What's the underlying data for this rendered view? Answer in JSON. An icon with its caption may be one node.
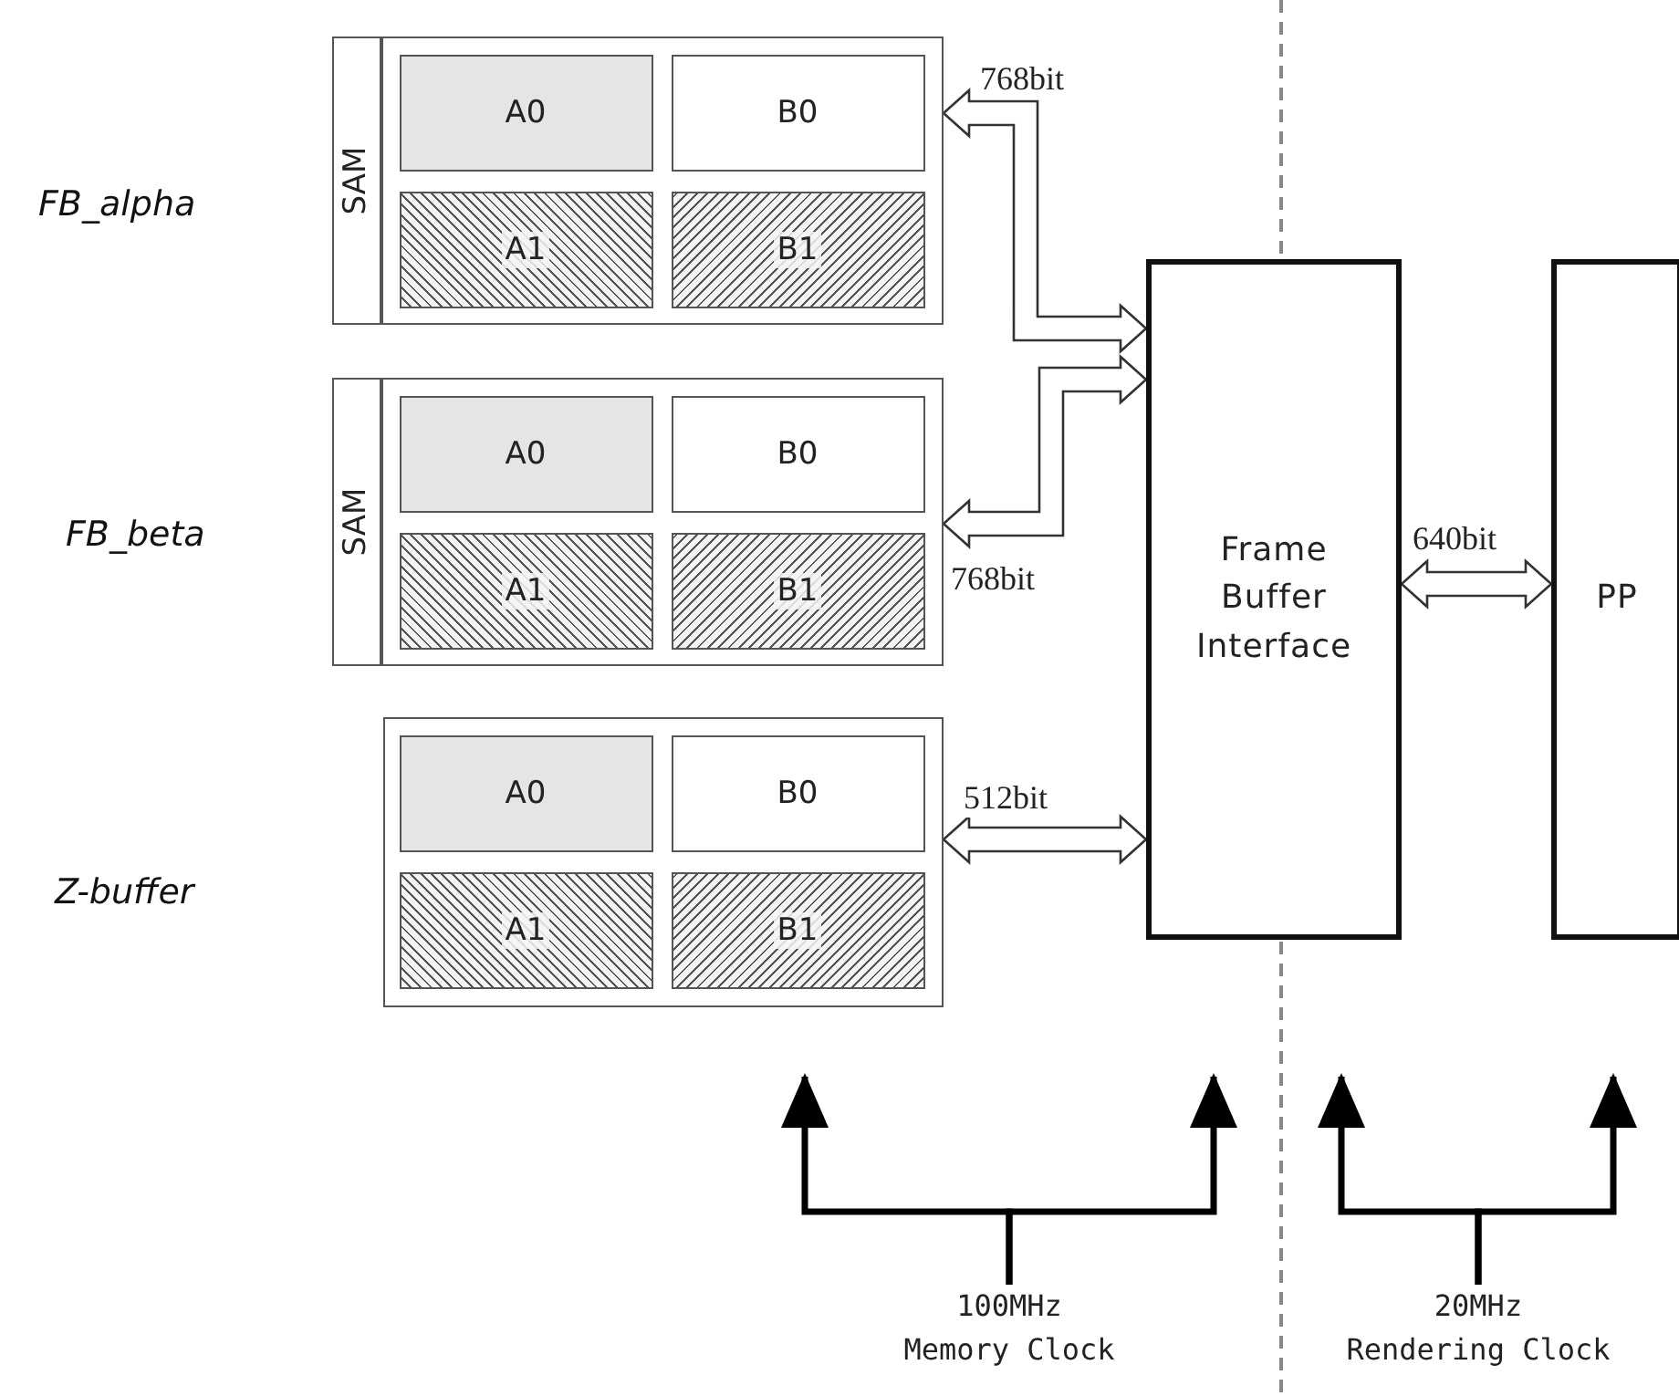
{
  "diagram": {
    "nodes": [
      {
        "text": [],
        "shape": "box",
        "beside": [
          "FB_alpha"
        ]
      },
      {
        "text": [
          "SAM"
        ],
        "in": 0
      },
      {
        "text": [
          "A0"
        ],
        "in": 0
      },
      {
        "text": [
          "B0"
        ],
        "in": 0
      },
      {
        "text": [
          "A1"
        ],
        "in": 0
      },
      {
        "text": [
          "B1"
        ],
        "in": 0
      },
      {
        "text": [],
        "shape": "box",
        "beside": [
          "FB_beta"
        ]
      },
      {
        "text": [
          "SAM"
        ],
        "in": 6
      },
      {
        "text": [
          "A0"
        ],
        "in": 6
      },
      {
        "text": [
          "B0"
        ],
        "in": 6
      },
      {
        "text": [
          "A1"
        ],
        "in": 6
      },
      {
        "text": [
          "B1"
        ],
        "in": 6
      },
      {
        "text": [],
        "shape": "box"
      },
      {
        "text": [
          "A0"
        ],
        "in": 12
      },
      {
        "text": [
          "B0"
        ],
        "in": 12
      },
      {
        "text": [
          "A1"
        ],
        "in": 12
      },
      {
        "text": [
          "B1"
        ],
        "in": 12
      },
      {
        "text": [
          "Frame Buffer Interface"
        ]
      },
      {
        "text": [
          "PP"
        ]
      },
      {
        "text": [
          "100MHz",
          "Memory Clock"
        ]
      },
      {
        "text": [
          "20MHz",
          "Rendering Clock"
        ]
      }
    ],
    "edges": [
      {
        "from": 0,
        "to": 17,
        "arrow": "both",
        "label": "768bit",
        "style": "thick"
      },
      {
        "from": 6,
        "to": 17,
        "arrow": "both",
        "label": "768bit",
        "style": "thick"
      },
      {
        "from": 12,
        "to": 17,
        "arrow": "both",
        "label": "512bit",
        "style": "thick"
      },
      {
        "from": 17,
        "to": 18,
        "arrow": "both",
        "label": "640bit",
        "style": "thick"
      },
      {
        "from": 19,
        "to": null,
        "arrow": "to"
      },
      {
        "from": 19,
        "to": null,
        "arrow": "to"
      },
      {
        "from": 20,
        "to": null,
        "arrow": "to"
      },
      {
        "from": 20,
        "to": null,
        "arrow": "to"
      }
    ],
    "labels": [
      "Z-buffer"
    ]
  }
}
